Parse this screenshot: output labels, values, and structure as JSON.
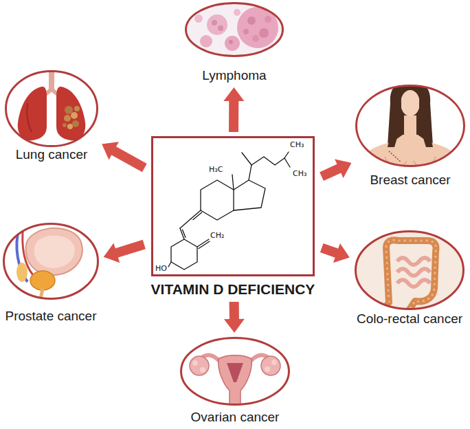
{
  "diagram": {
    "nodes": [
      {
        "text": [
          "Lymphoma"
        ]
      },
      {
        "text": [
          "Lung cancer"
        ]
      },
      {
        "text": [
          "Breast cancer"
        ]
      },
      {
        "text": [
          "VITAMIN D DEFICIENCY"
        ]
      },
      {
        "text": [
          "Prostate cancer"
        ]
      },
      {
        "text": [
          "Colo-rectal cancer"
        ]
      },
      {
        "text": [
          "Ovarian cancer"
        ]
      }
    ],
    "edges": [
      {
        "from": 3,
        "to": 0,
        "arrow": "to"
      },
      {
        "from": 3,
        "to": 1,
        "arrow": "to"
      },
      {
        "from": 3,
        "to": 2,
        "arrow": "to"
      },
      {
        "from": 3,
        "to": 4,
        "arrow": "to"
      },
      {
        "from": 3,
        "to": 5,
        "arrow": "to"
      },
      {
        "from": 3,
        "to": 6,
        "arrow": "to"
      }
    ],
    "labels": [
      "CH₃",
      "CH₃",
      "H₃C",
      "CH₂",
      "HO"
    ]
  }
}
